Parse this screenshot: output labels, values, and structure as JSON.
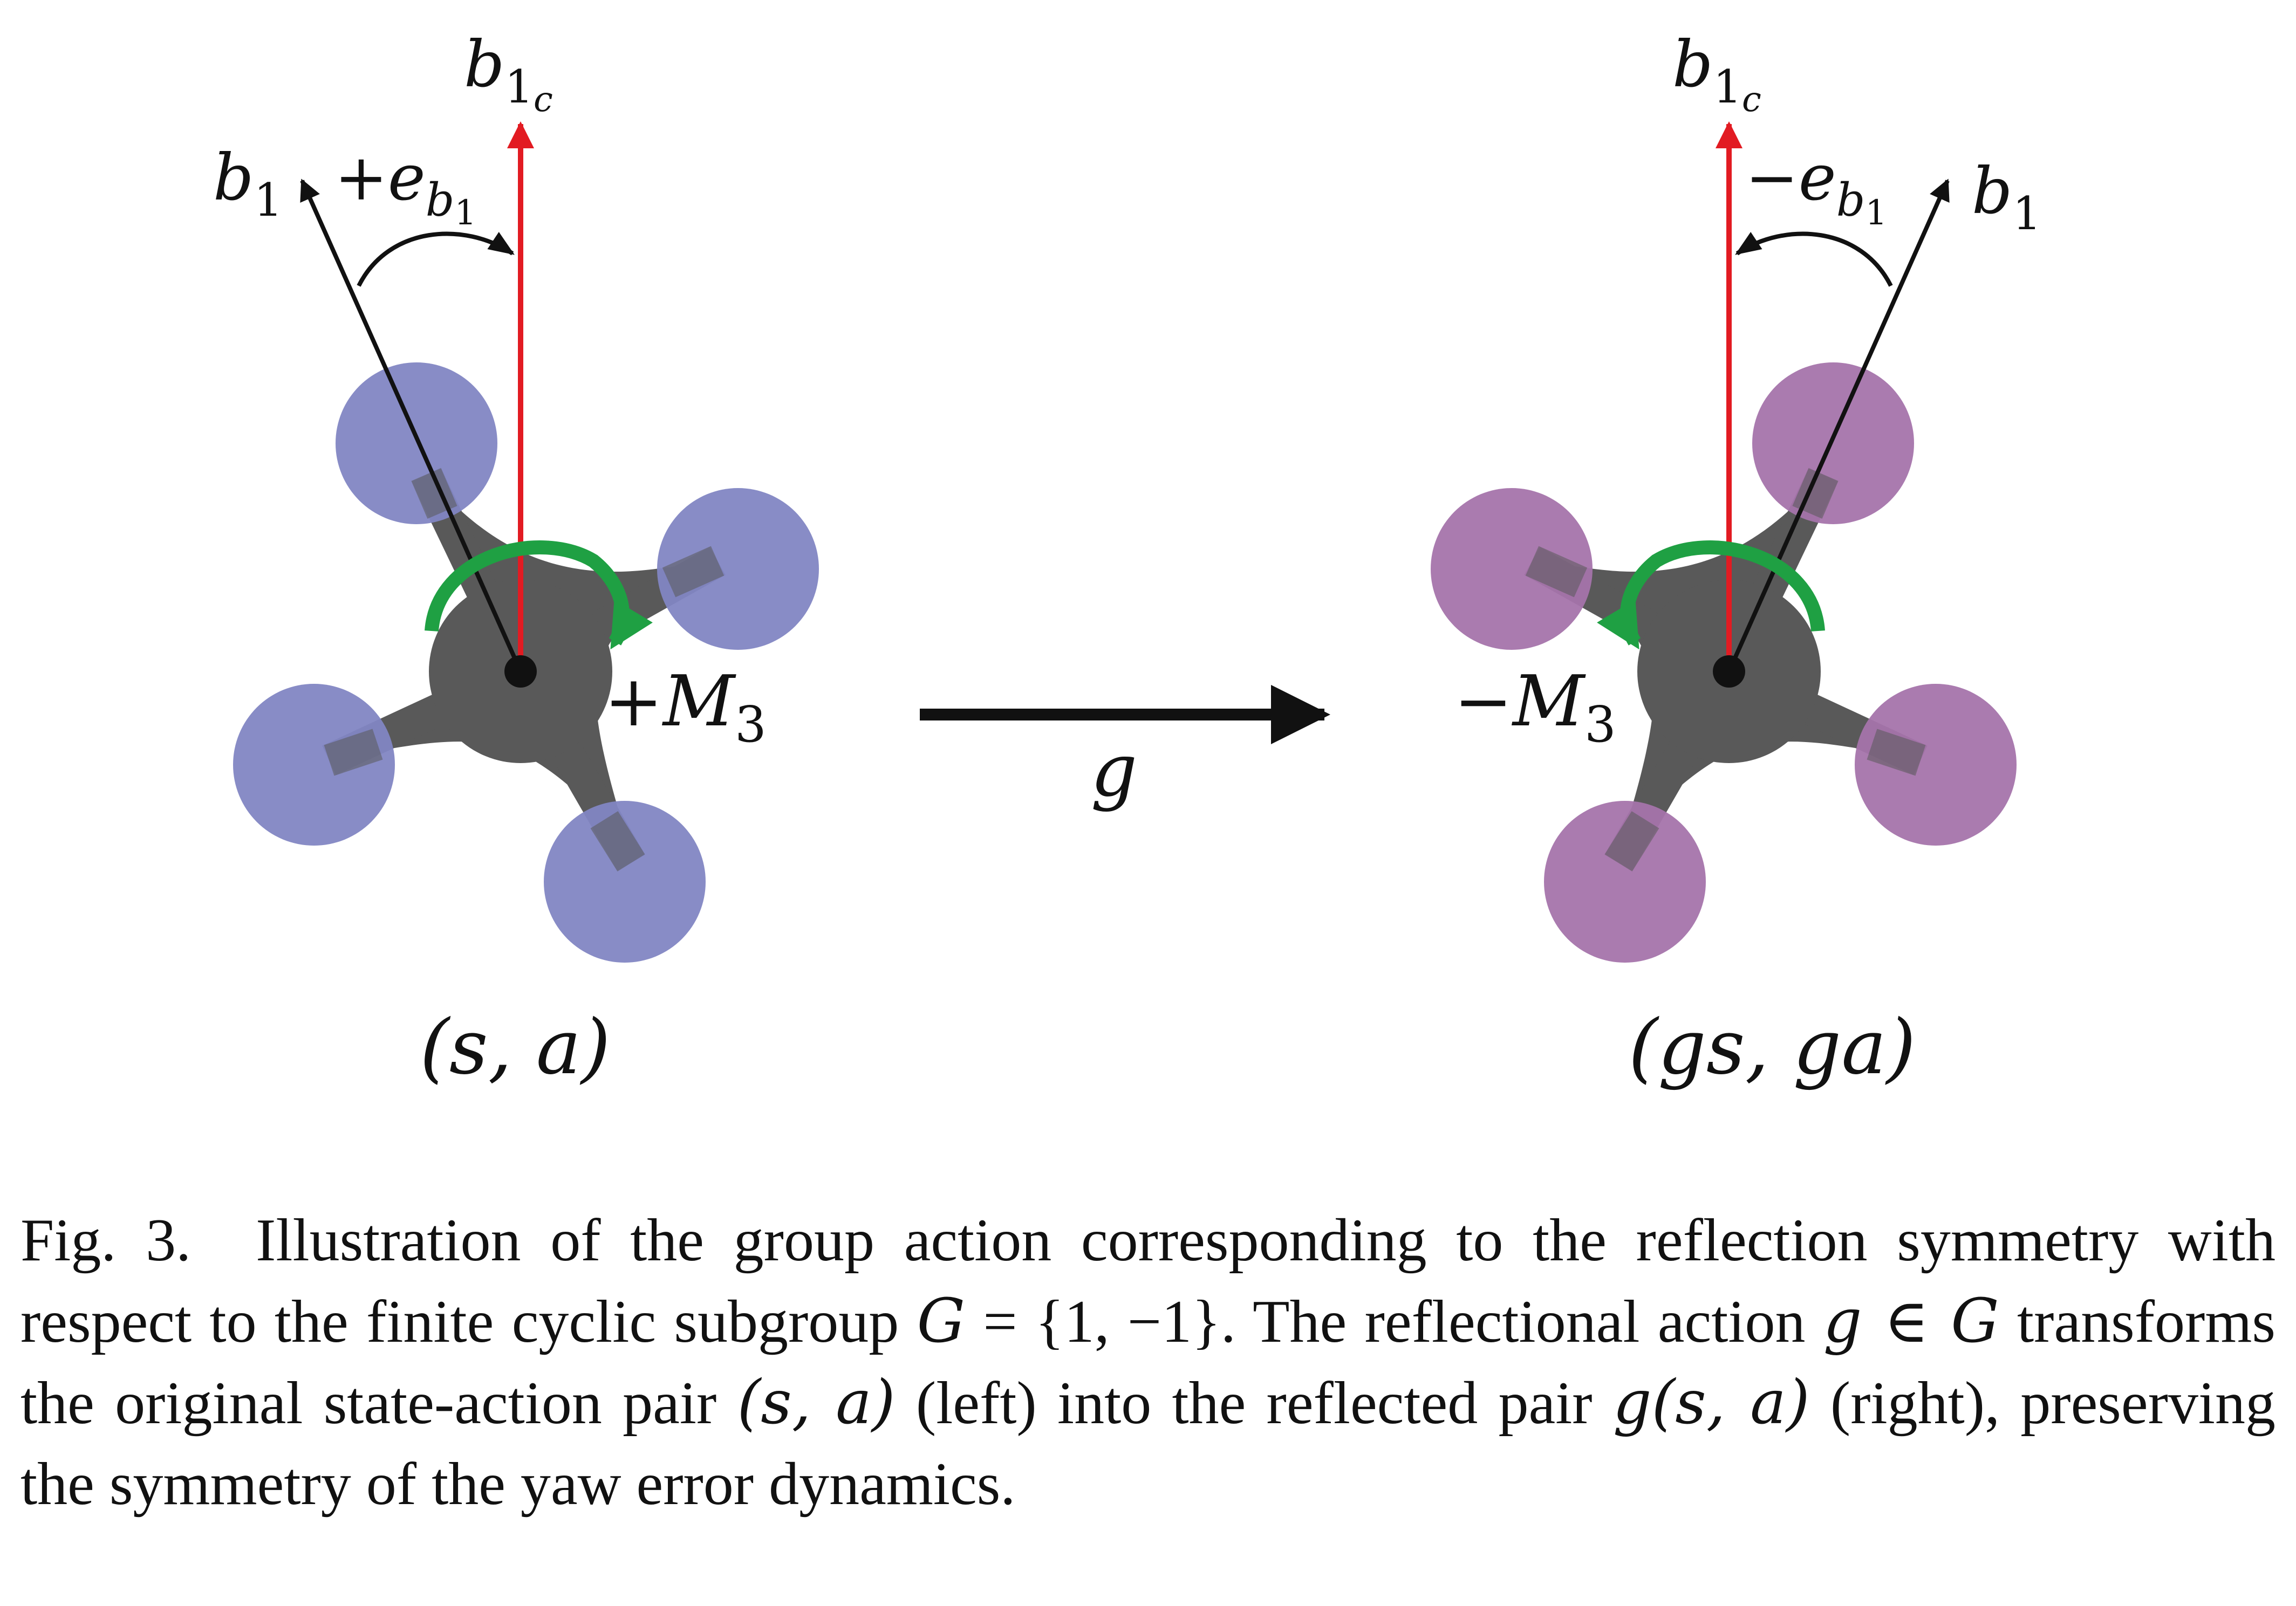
{
  "figure": {
    "left_panel": {
      "axis_body": "b",
      "axis_body_sub": "1",
      "axis_command": "b",
      "axis_command_sub": "1",
      "axis_command_subsub": "c",
      "yaw_error_sign": "+",
      "yaw_error": "e",
      "yaw_error_sub": "b",
      "yaw_error_subsub": "1",
      "moment_sign": "+",
      "moment": "M",
      "moment_sub": "3",
      "pair_label": "(s, a)",
      "rotor_color": "#8286c3",
      "moment_color": "#1fa043",
      "command_color": "#e21b22"
    },
    "right_panel": {
      "axis_body": "b",
      "axis_body_sub": "1",
      "axis_command": "b",
      "axis_command_sub": "1",
      "axis_command_subsub": "c",
      "yaw_error_sign": "−",
      "yaw_error": "e",
      "yaw_error_sub": "b",
      "yaw_error_subsub": "1",
      "moment_sign": "−",
      "moment": "M",
      "moment_sub": "3",
      "pair_label": "(gs, ga)",
      "rotor_color": "#a574ab",
      "moment_color": "#1fa043",
      "command_color": "#e21b22"
    },
    "transform_label": "g",
    "frame_color": "#595959"
  },
  "caption": {
    "label": "Fig. 3.",
    "text_1": "Illustration of the group action corresponding to the reflection symmetry with respect to the finite cyclic subgroup ",
    "group_symbol": "G",
    "group_eq": " = {1, −1}",
    "text_2": ". The reflectional action ",
    "action_expr": "g ∈ G",
    "text_3": " transforms the original state-action pair ",
    "pair_expr": "(s, a)",
    "text_4": " (left) into the reflected pair ",
    "reflected_expr": "g(s, a)",
    "text_5": " (right), preserving the symmetry of the yaw error dynamics."
  }
}
